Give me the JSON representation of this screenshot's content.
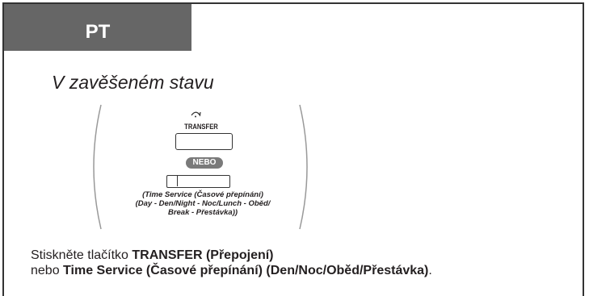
{
  "tab": {
    "label": "PT"
  },
  "state_label": "V zavěšeném stavu",
  "buttons": {
    "transfer_label": "TRANSFER",
    "nebo_label": "NEBO",
    "time_service_caption_1": "(Time Service (Časové přepínání)",
    "time_service_caption_2": "(Day - Den/Night - Noc/Lunch - Oběd/",
    "time_service_caption_3": "Break - Přestávka))"
  },
  "instruction": {
    "line1_prefix": "Stiskněte tlačítko ",
    "line1_bold": "TRANSFER (Přepojení)",
    "line2_prefix": "nebo ",
    "line2_bold": "Time Service (Časové přepínání) (Den/Noc/Oběd/Přestávka)",
    "line2_suffix": "."
  }
}
